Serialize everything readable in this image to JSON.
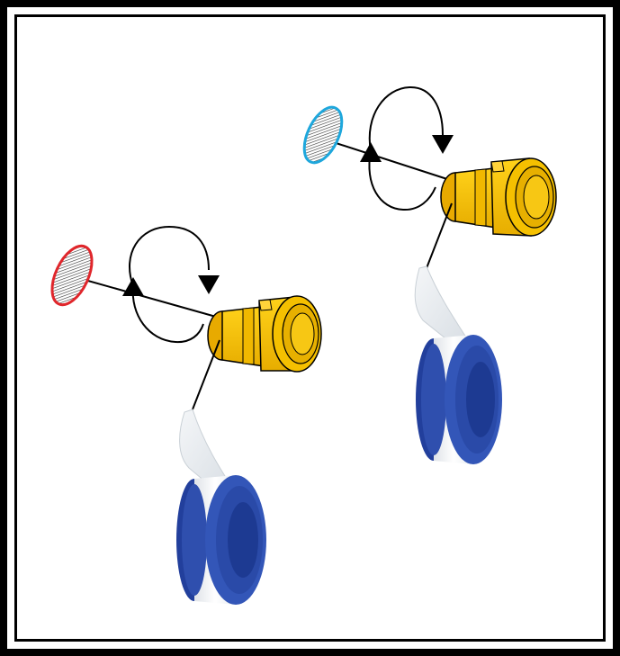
{
  "colors": {
    "frame": "#000000",
    "background": "#ffffff",
    "fitting_body": "#f5c000",
    "fitting_shade": "#d9a400",
    "tape_spool": "#2f4fae",
    "tape_roll": "#f2f2f2",
    "tape_strip": "#e6ebf0",
    "thread_left_outline": "#e0262b",
    "thread_right_outline": "#1ea7dc",
    "arrow": "#000000"
  },
  "figures": [
    {
      "id": "left",
      "thread_outline": "red",
      "rotation": "clockwise"
    },
    {
      "id": "right",
      "thread_outline": "blue",
      "rotation": "clockwise"
    }
  ],
  "icons": {
    "rotation": "clockwise-rotation-arrow-icon",
    "fitting": "threaded-pipe-fitting-icon",
    "tape": "ptfe-tape-roll-icon",
    "thread": "hatched-thread-end-icon"
  }
}
